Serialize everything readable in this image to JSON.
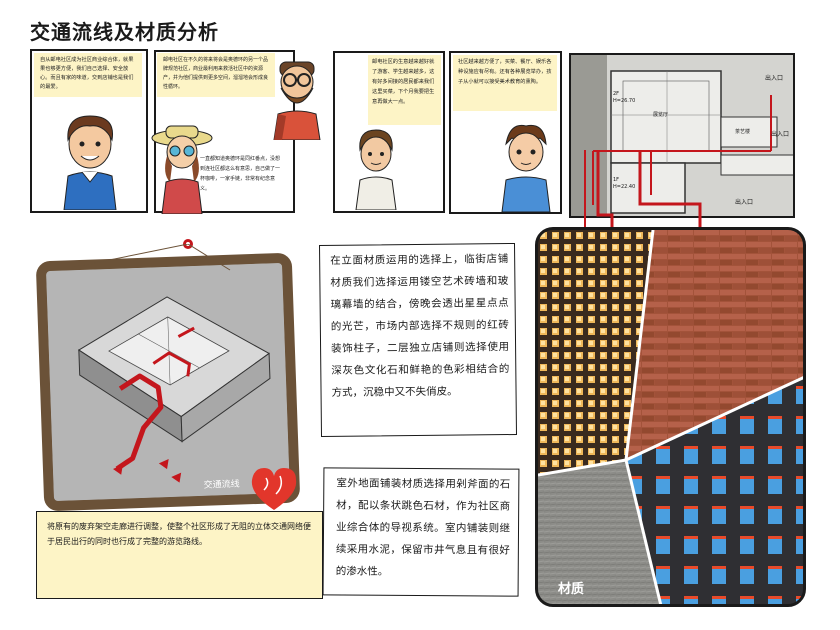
{
  "page": {
    "title": "交通流线及材质分析"
  },
  "comic": {
    "panel1_text": "自从邮电社区成为社区商业综合体，就果果也够更方便，我们自己选择、安全放心。而且有家的味道，交到店铺也是我们的最爱。",
    "panel2_text": "邮电社区在不久的将来将会是奥德环的另一个品牌规范社区，商业最利用来救活社区中的资源产，并为他们提供到更多空间，溜溜地会形成良性循环。",
    "panel2_caption": "一直都知道奥德环是同红番点，没想到连社区都这么有意思，自己做了一杯咖啡，一家手链，非常有纪念意义。",
    "panel3_text": "邮电社区的生意越来越好就了游客、学生越来越多，这有好多间接的居民都来我们这里买菜，下个月我要把生意再做大一点。",
    "panel4_text": "社区越来越方便了，买菜、餐厅、娱乐各种设施应有尽有。还有各种展览举办，孩子从小就可以接受美术教育的熏陶。"
  },
  "plan": {
    "entry_1": "出入口",
    "entry_2": "出入口",
    "entry_3": "出入口",
    "label_2f": "2F",
    "label_2f_h": "H=26.70",
    "label_1f": "1F",
    "label_1f_h": "H=22.40",
    "hall_label": "展览厅",
    "room_label": "茶艺楼"
  },
  "axon": {
    "label": "交通流线"
  },
  "texts": {
    "facade": "在立面材质运用的选择上，临街店铺材质我们选择运用镂空艺术砖墙和玻璃幕墙的结合，傍晚会透出星星点点的光芒，市场内部选择不规则的红砖装饰柱子，二层独立店铺则选择使用深灰色文化石和鲜艳的色彩相结合的方式，沉稳中又不失俏皮。",
    "ground": "室外地面铺装材质选择用剁斧面的石材，配以条状跳色石材，作为社区商业综合体的导视系统。室内铺装则继续采用水泥，保留市井气息且有很好的渗水性。"
  },
  "bottom": {
    "text": "将原有的废弃架空走廊进行调整，使整个社区形成了无阻的立体交通网络便于居民出行的同时也行成了完整的游览路线。"
  },
  "materials": {
    "label": "材质"
  },
  "colors": {
    "accent_red": "#c4161c",
    "caption_yellow": "#fdf4c6",
    "frame_brown": "#6b5238",
    "heart_red": "#e2362b",
    "brick_red": "#9c4a33"
  }
}
